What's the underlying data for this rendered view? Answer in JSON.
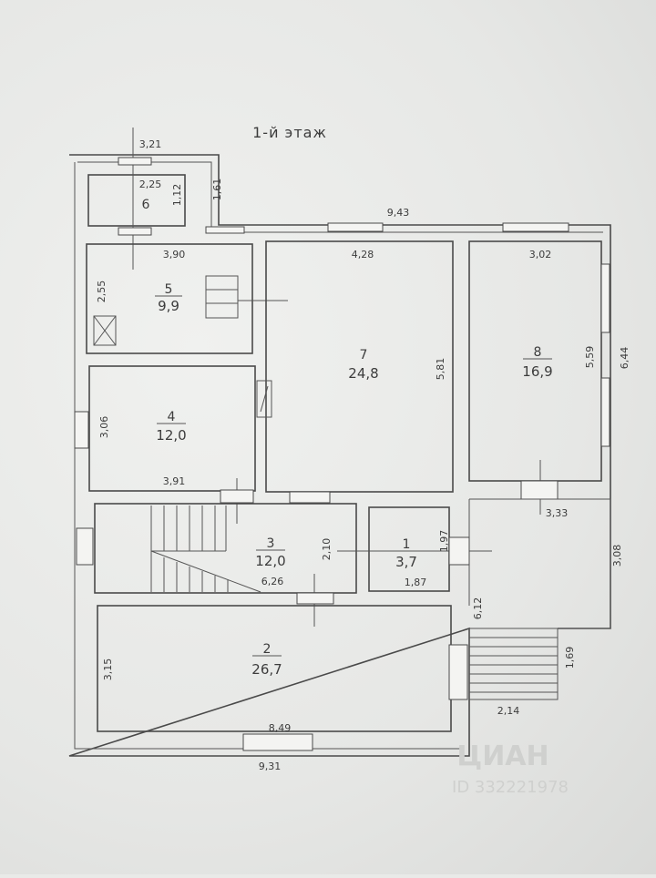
{
  "plan": {
    "title": "1-й этаж",
    "rooms": [
      {
        "num": "1",
        "area": "3,7"
      },
      {
        "num": "2",
        "area": "26,7"
      },
      {
        "num": "3",
        "area": "12,0"
      },
      {
        "num": "4",
        "area": "12,0"
      },
      {
        "num": "5",
        "area": "9,9"
      },
      {
        "num": "6",
        "area": ""
      },
      {
        "num": "7",
        "area": "24,8"
      },
      {
        "num": "8",
        "area": "16,9"
      }
    ],
    "dimensions": {
      "d_3_21": "3,21",
      "d_2_25": "2,25",
      "d_1_12": "1,12",
      "d_1_61": "1,61",
      "d_9_43": "9,43",
      "d_3_90": "3,90",
      "d_4_28": "4,28",
      "d_3_02": "3,02",
      "d_2_55": "2,55",
      "d_5_81": "5,81",
      "d_5_59": "5,59",
      "d_6_44": "6,44",
      "d_3_06": "3,06",
      "d_3_91": "3,91",
      "d_3_33": "3,33",
      "d_1_97": "1,97",
      "d_2_10": "2,10",
      "d_3_08": "3,08",
      "d_6_26": "6,26",
      "d_1_87": "1,87",
      "d_6_12": "6,12",
      "d_3_15": "3,15",
      "d_1_69": "1,69",
      "d_2_14": "2,14",
      "d_8_49": "8,49",
      "d_9_31": "9,31"
    }
  },
  "watermark": {
    "brand": "ЦИАН",
    "id": "ID 332221978"
  }
}
